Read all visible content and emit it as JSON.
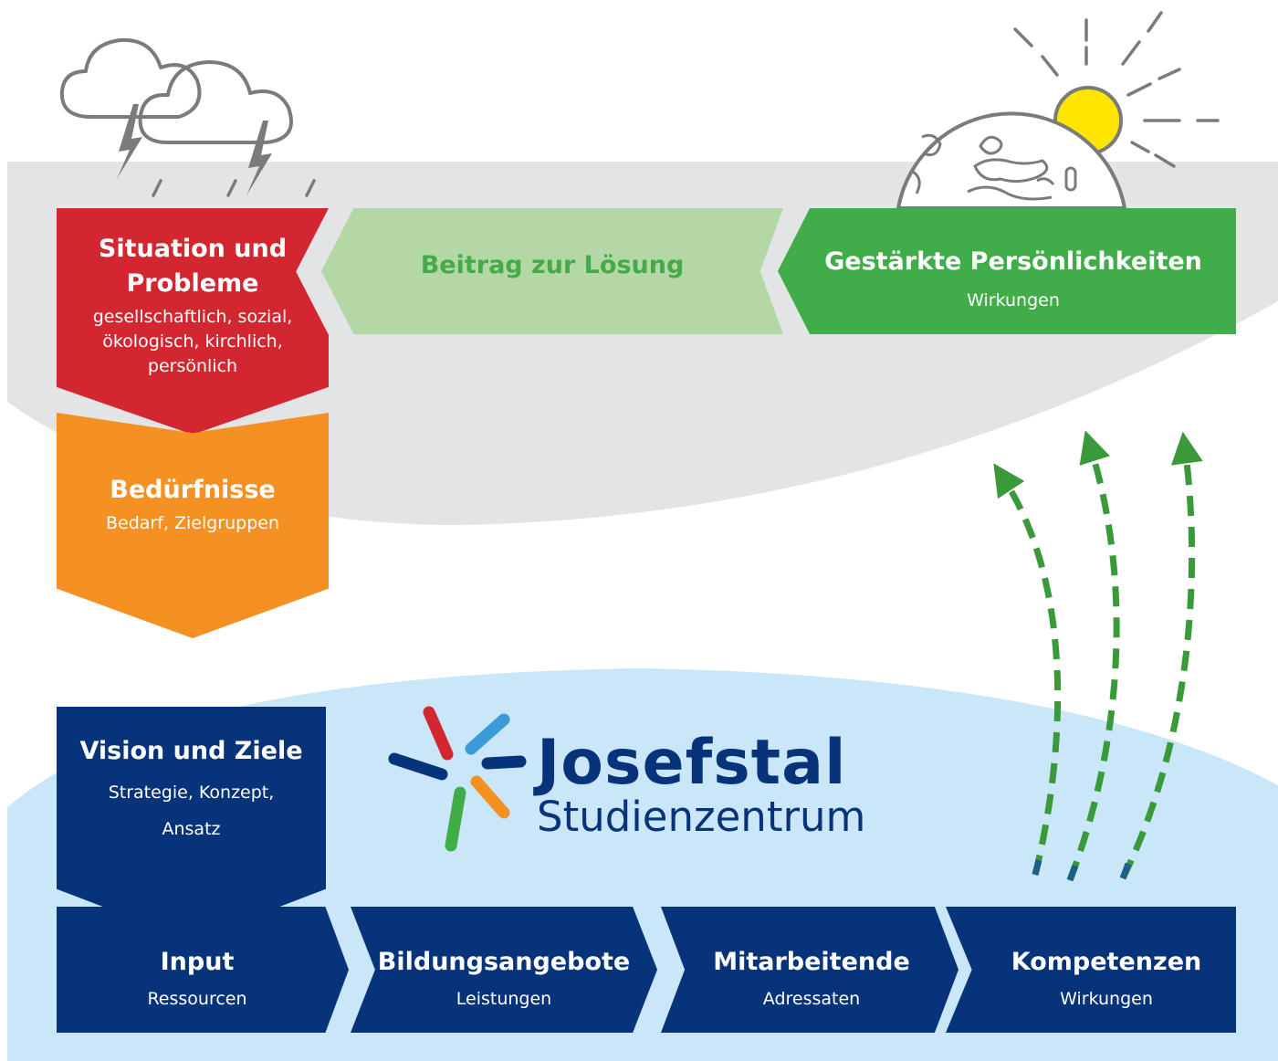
{
  "colors": {
    "gray_band": "#e3e4e5",
    "blue_band": "#c9e7f8",
    "red": "#d22630",
    "orange": "#f59023",
    "light_green": "#b3d8a6",
    "green": "#40ad49",
    "navy": "#07337b",
    "dashed_arrow": "#3a9a3a",
    "sun": "#ffe500"
  },
  "icons": [
    "storm-clouds-icon",
    "lightning-icon",
    "globe-icon",
    "sun-icon",
    "dashed-arrow-icon"
  ],
  "situation": {
    "title": "Situation und Probleme",
    "sub": "gesellschaftlich, sozial, ökologisch, kirchlich, persönlich"
  },
  "beduerfnisse": {
    "title": "Bedürfnisse",
    "sub": "Bedarf, Zielgruppen"
  },
  "beitrag": {
    "title": "Beitrag zur Lösung"
  },
  "gestaerkte": {
    "title": "Gestärkte Persönlichkeiten",
    "sub": "Wirkungen"
  },
  "vision": {
    "title": "Vision und Ziele",
    "sub": "Strategie, Konzept, Ansatz"
  },
  "logo": {
    "brand": "Josefstal",
    "subtitle": "Studienzentrum"
  },
  "chain": [
    {
      "title": "Input",
      "sub": "Ressourcen"
    },
    {
      "title": "Bildungsangebote",
      "sub": "Leistungen"
    },
    {
      "title": "Mitarbeitende",
      "sub": "Adressaten"
    },
    {
      "title": "Kompetenzen",
      "sub": "Wirkungen"
    }
  ]
}
